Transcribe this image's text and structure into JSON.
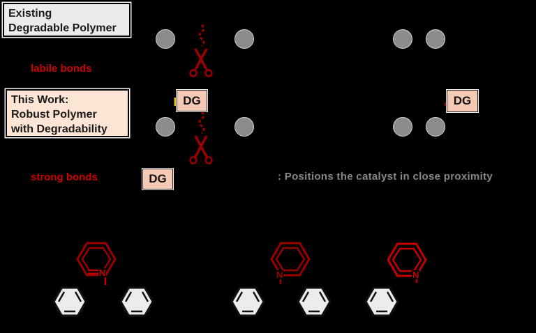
{
  "scheme": {
    "existing_box": {
      "lines": [
        "Existing",
        "Degradable Polymer"
      ]
    },
    "this_work_box": {
      "lines": [
        "This Work:",
        "Robust Polymer",
        "with Degradability"
      ]
    },
    "labile_bonds_label": "labile bonds",
    "strong_bonds_label": "strong bonds",
    "dg_label": "DG",
    "catalyst_caption": ": Positions the catalyst in close proximity",
    "nitrogen_label": "N"
  },
  "colors": {
    "background": "#000000",
    "annotation_dark_red": "#9b0000",
    "annotation_bright_red": "#c40000",
    "label_red": "#cc0000",
    "monomer_gray": "#8c8c8c",
    "existing_box_fill": "#ebebeb",
    "this_work_box_fill": "#fce5d5",
    "dg_box_fill": "#f6c9b4",
    "benzene_fill": "#ececec",
    "caption_gray": "#878787",
    "yellow_tick": "#e3c400"
  }
}
